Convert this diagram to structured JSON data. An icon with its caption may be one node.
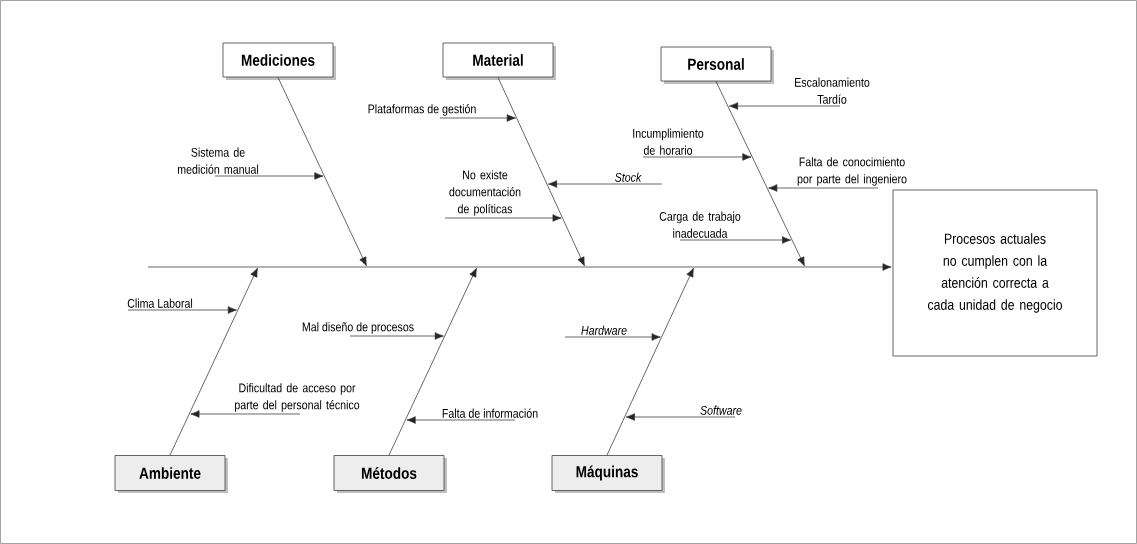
{
  "diagram": {
    "nodes": [
      {
        "text": [
          "Mediciones"
        ]
      },
      {
        "text": [
          "Material"
        ]
      },
      {
        "text": [
          "Personal"
        ]
      },
      {
        "text": [
          "Escalonamiento Tardío"
        ]
      },
      {
        "text": [
          "Plataformas de gestión"
        ]
      },
      {
        "text": [
          "Incumplimiento de horario"
        ]
      },
      {
        "text": [
          "Sistema de medición manual"
        ]
      },
      {
        "text": [
          "Falta de conocimiento por parte del ingeniero"
        ]
      },
      {
        "text": [
          "Stock"
        ]
      },
      {
        "text": [
          "No existe documentación de políticas"
        ]
      },
      {
        "text": [
          "Carga de trabajo inadecuada"
        ]
      },
      {
        "text": [
          "Procesos actuales no cumplen con la atención correcta a cada unidad de negocio"
        ]
      },
      {
        "text": [
          "Clima Laboral"
        ]
      },
      {
        "text": [
          "Mal diseño de procesos"
        ]
      },
      {
        "text": [
          "Hardware"
        ]
      },
      {
        "text": [
          "Dificultad de acceso por parte del personal técnico"
        ]
      },
      {
        "text": [
          "Falta de información"
        ]
      },
      {
        "text": [
          "Software"
        ]
      },
      {
        "text": [
          "Ambiente"
        ]
      },
      {
        "text": [
          "Métodos"
        ]
      },
      {
        "text": [
          "Máquinas"
        ]
      }
    ],
    "edges": [
      {
        "from": null,
        "to": 11,
        "arrow": "to"
      },
      {
        "from": 0,
        "to": null,
        "arrow": "to"
      },
      {
        "from": 1,
        "to": null,
        "arrow": "to"
      },
      {
        "from": 2,
        "to": null,
        "arrow": "to"
      },
      {
        "from": 18,
        "to": null,
        "arrow": "to"
      },
      {
        "from": 19,
        "to": null,
        "arrow": "to"
      },
      {
        "from": 20,
        "to": null,
        "arrow": "to"
      },
      {
        "from": 3,
        "to": null,
        "arrow": "to"
      },
      {
        "from": 4,
        "to": null,
        "arrow": "to"
      },
      {
        "from": 5,
        "to": null,
        "arrow": "to"
      },
      {
        "from": 6,
        "to": null,
        "arrow": "to"
      },
      {
        "from": 7,
        "to": null,
        "arrow": "to"
      },
      {
        "from": 8,
        "to": null,
        "arrow": "to"
      },
      {
        "from": 9,
        "to": null,
        "arrow": "to"
      },
      {
        "from": 10,
        "to": null,
        "arrow": "to"
      },
      {
        "from": 12,
        "to": null,
        "arrow": "to"
      },
      {
        "from": 13,
        "to": null,
        "arrow": "to"
      },
      {
        "from": 14,
        "to": null,
        "arrow": "to"
      },
      {
        "from": 15,
        "to": null,
        "arrow": "to"
      },
      {
        "from": 16,
        "to": null,
        "arrow": "to"
      },
      {
        "from": 17,
        "to": null,
        "arrow": "to"
      }
    ]
  }
}
